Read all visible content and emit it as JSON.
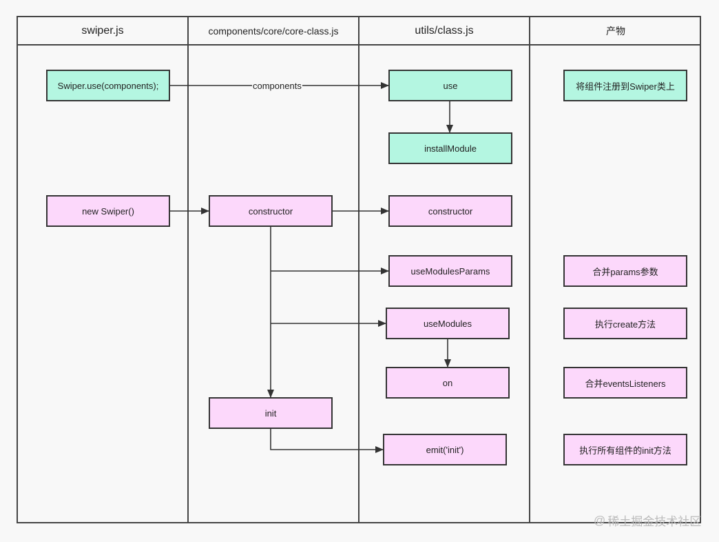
{
  "columns": [
    "swiper.js",
    "components/core/core-class.js",
    "utils/class.js",
    "产物"
  ],
  "nodes": {
    "swiper_use": "Swiper.use(components);",
    "use": "use",
    "install_module": "installModule",
    "new_swiper": "new Swiper()",
    "core_constructor": "constructor",
    "class_constructor": "constructor",
    "use_modules_params": "useModulesParams",
    "use_modules": "useModules",
    "on": "on",
    "init": "init",
    "emit_init": "emit('init')"
  },
  "edge_labels": {
    "components": "components"
  },
  "results": {
    "register": "将组件注册到Swiper类上",
    "merge_params": "合并params参数",
    "exec_create": "执行create方法",
    "merge_events": "合并eventsListeners",
    "exec_init": "执行所有组件的init方法"
  },
  "watermark": "稀土掘金技术社区",
  "colors": {
    "green": "#b4f6e1",
    "pink": "#fcd8fb",
    "line": "#333333"
  }
}
